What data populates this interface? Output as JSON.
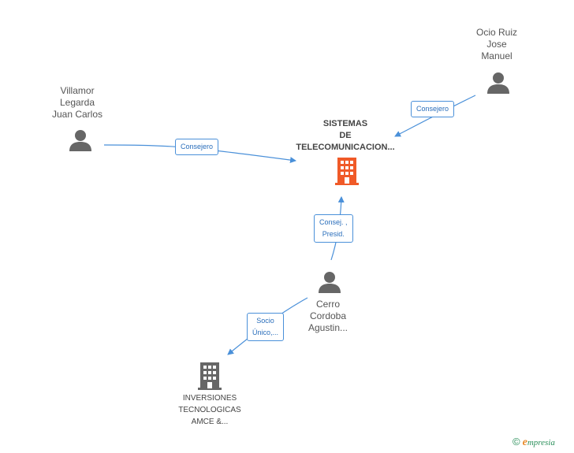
{
  "nodes": {
    "main_company": {
      "name": "SISTEMAS DE TELECOMUNICACION...",
      "lines": [
        "SISTEMAS",
        "DE",
        "TELECOMUNICACION..."
      ],
      "color": "#f05a28"
    },
    "villamor": {
      "lines": [
        "Villamor",
        "Legarda",
        "Juan Carlos"
      ]
    },
    "ocio": {
      "lines": [
        "Ocio Ruiz",
        "Jose",
        "Manuel"
      ]
    },
    "cerro": {
      "lines": [
        "Cerro",
        "Cordoba",
        "Agustin..."
      ]
    },
    "inversiones": {
      "lines": [
        "INVERSIONES",
        "TECNOLOGICAS",
        "AMCE &..."
      ],
      "color": "#666666"
    }
  },
  "edges": {
    "villamor_main": {
      "lines": [
        "Consejero"
      ]
    },
    "ocio_main": {
      "lines": [
        "Consejero"
      ]
    },
    "cerro_main": {
      "lines": [
        "Consej. ,",
        "Presid."
      ]
    },
    "cerro_inversiones": {
      "lines": [
        "Socio",
        "Único,..."
      ]
    }
  },
  "colors": {
    "edge": "#4a90d9",
    "person_icon": "#666666"
  },
  "footer": {
    "copyright": "©",
    "brand_initial": "e",
    "brand_rest": "mpresia"
  }
}
